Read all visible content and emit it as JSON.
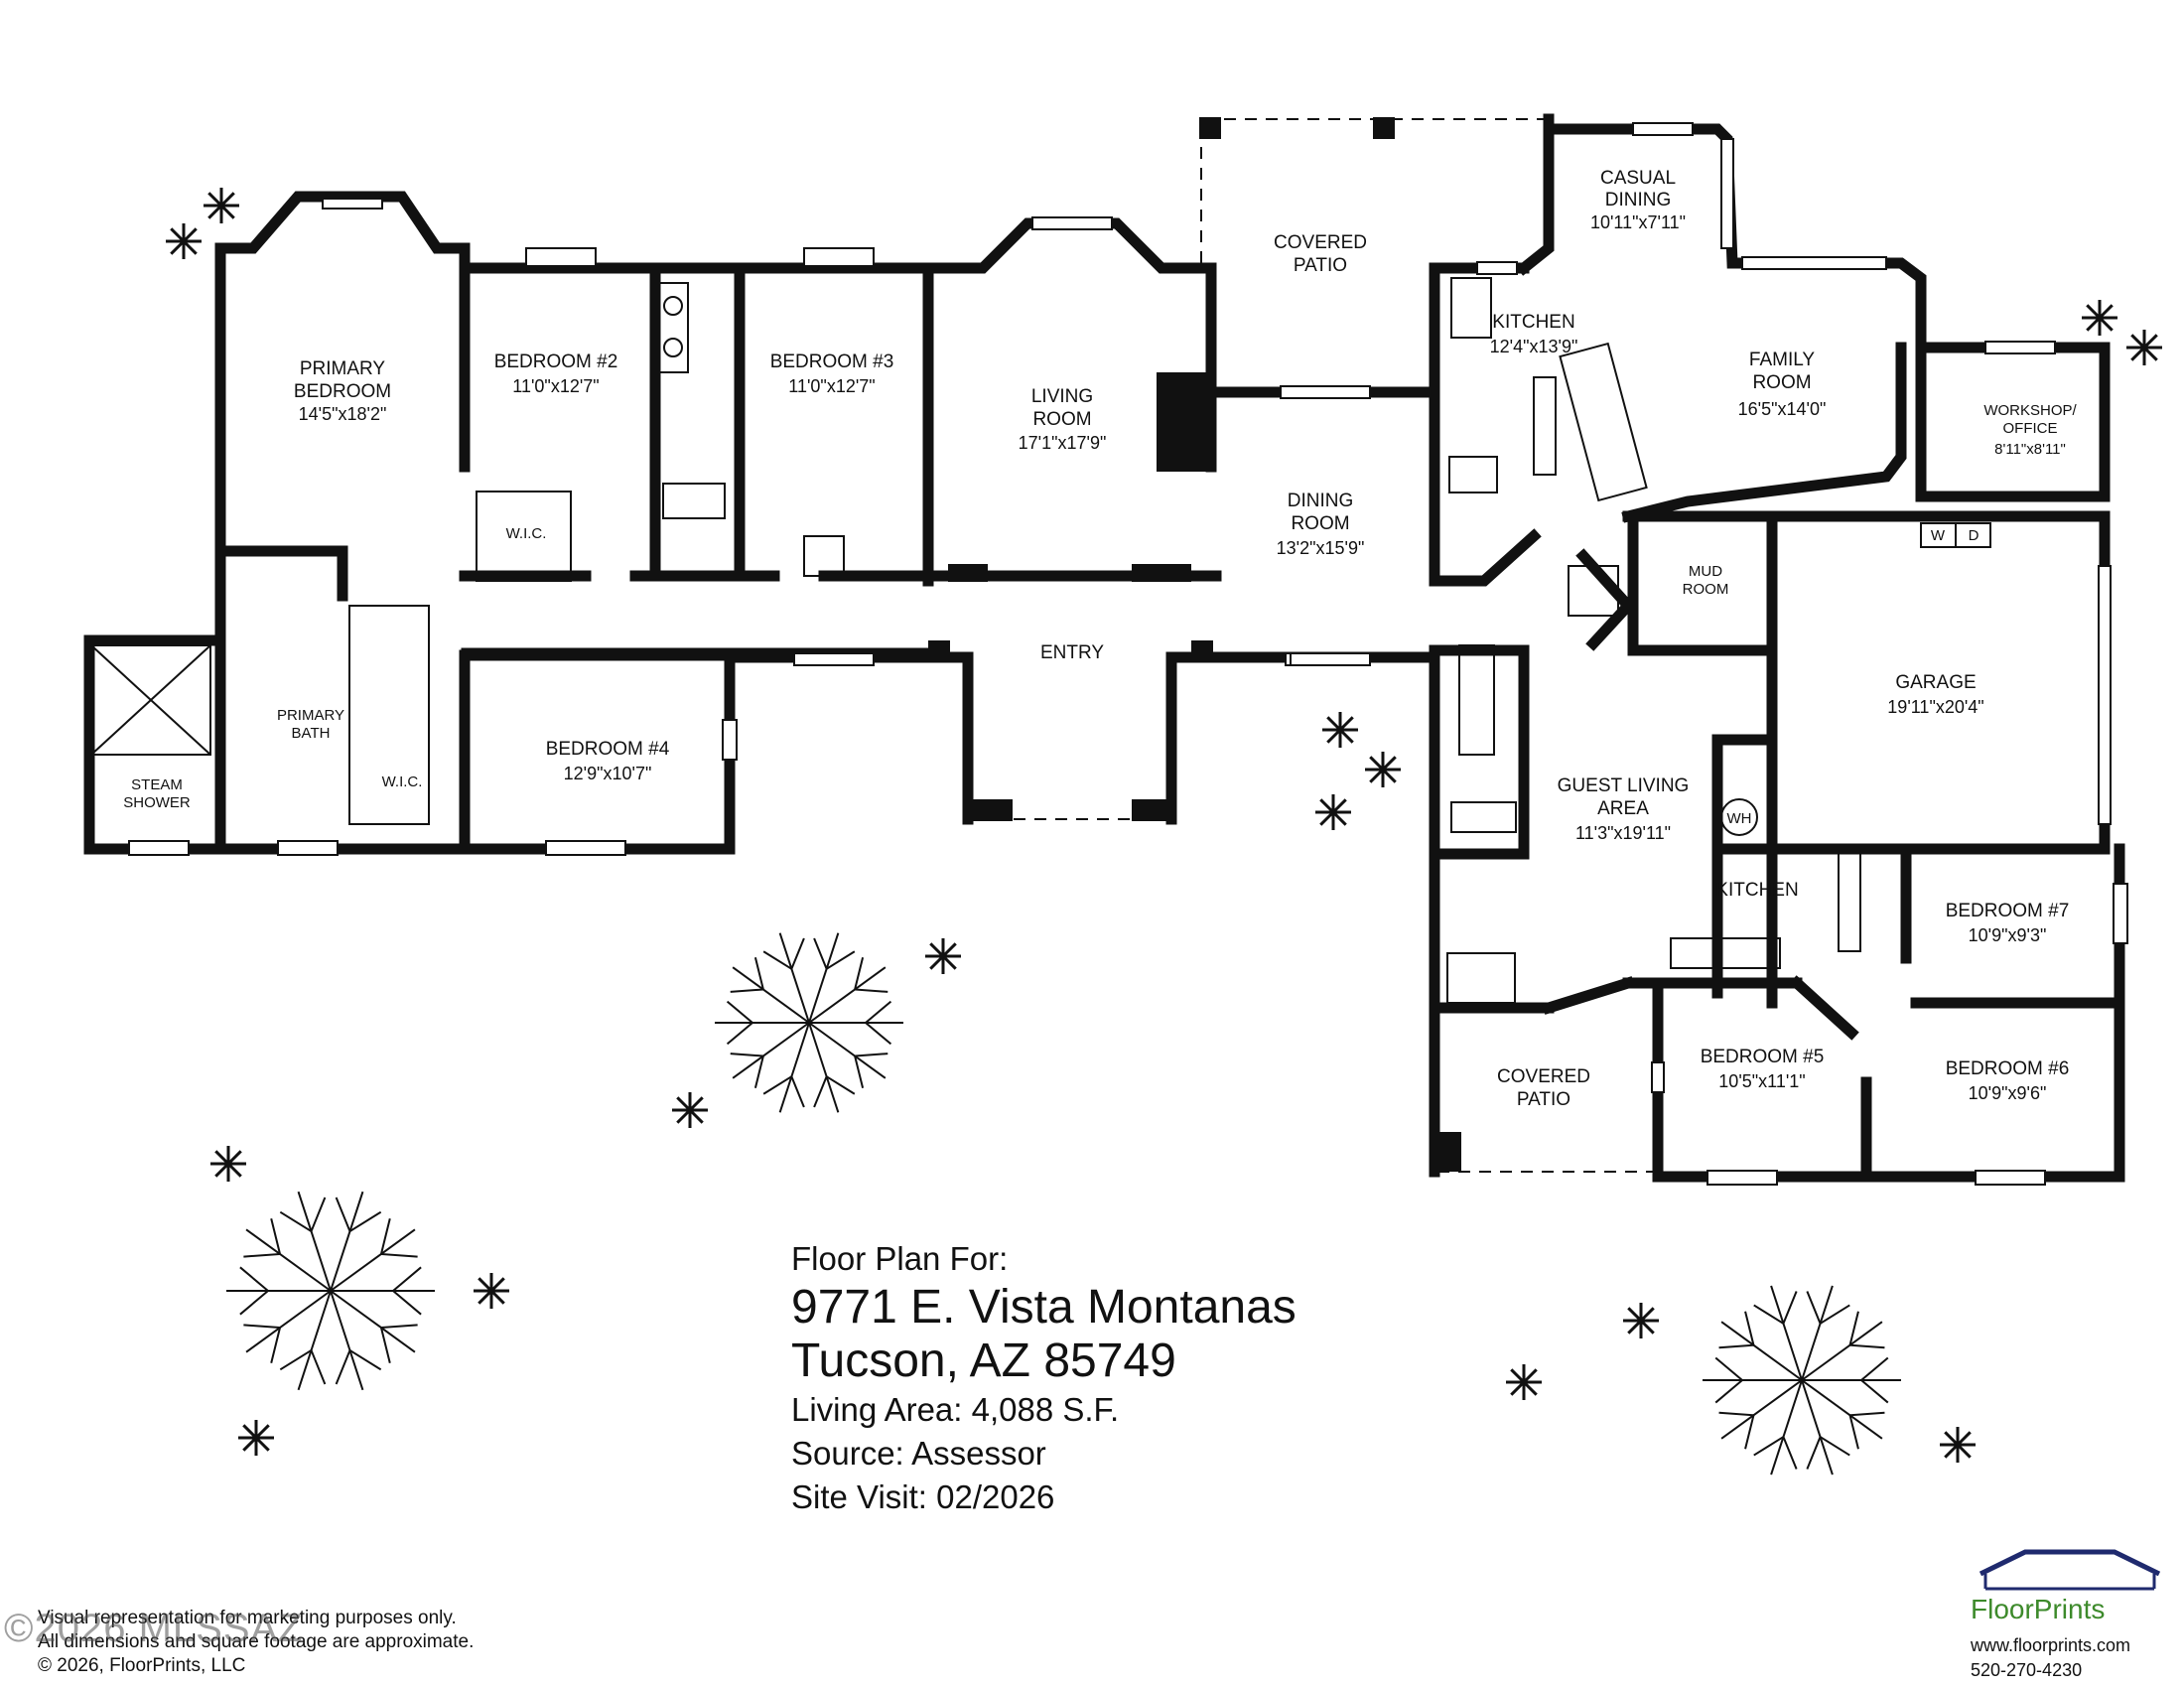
{
  "rooms": {
    "primary_bedroom": {
      "name1": "PRIMARY",
      "name2": "BEDROOM",
      "dims": "14'5\"x18'2\""
    },
    "bedroom2": {
      "name": "BEDROOM #2",
      "dims": "11'0\"x12'7\""
    },
    "bedroom3": {
      "name": "BEDROOM #3",
      "dims": "11'0\"x12'7\""
    },
    "living_room": {
      "name1": "LIVING",
      "name2": "ROOM",
      "dims": "17'1\"x17'9\""
    },
    "covered_patio_top": {
      "name1": "COVERED",
      "name2": "PATIO"
    },
    "casual_dining": {
      "name1": "CASUAL",
      "name2": "DINING",
      "dims": "10'11\"x7'11\""
    },
    "kitchen_main": {
      "name": "KITCHEN",
      "dims": "12'4\"x13'9\""
    },
    "family_room": {
      "name1": "FAMILY",
      "name2": "ROOM",
      "dims": "16'5\"x14'0\""
    },
    "workshop": {
      "name1": "WORKSHOP/",
      "name2": "OFFICE",
      "dims": "8'11\"x8'11\""
    },
    "dining_room": {
      "name1": "DINING",
      "name2": "ROOM",
      "dims": "13'2\"x15'9\""
    },
    "wic1": {
      "name": "W.I.C."
    },
    "wic2": {
      "name": "W.I.C."
    },
    "mud_room": {
      "name1": "MUD",
      "name2": "ROOM"
    },
    "primary_bath": {
      "name1": "PRIMARY",
      "name2": "BATH"
    },
    "steam_shower": {
      "name1": "STEAM",
      "name2": "SHOWER"
    },
    "bedroom4": {
      "name": "BEDROOM #4",
      "dims": "12'9\"x10'7\""
    },
    "entry": {
      "name": "ENTRY"
    },
    "garage": {
      "name": "GARAGE",
      "dims": "19'11\"x20'4\""
    },
    "guest_living": {
      "name1": "GUEST LIVING",
      "name2": "AREA",
      "dims": "11'3\"x19'11\""
    },
    "kitchen_guest": {
      "name": "KITCHEN"
    },
    "bedroom7": {
      "name": "BEDROOM #7",
      "dims": "10'9\"x9'3\""
    },
    "bedroom5": {
      "name": "BEDROOM #5",
      "dims": "10'5\"x11'1\""
    },
    "bedroom6": {
      "name": "BEDROOM #6",
      "dims": "10'9\"x9'6\""
    },
    "covered_patio_bottom": {
      "name1": "COVERED",
      "name2": "PATIO"
    },
    "washer": "W",
    "dryer": "D",
    "water_heater": "WH"
  },
  "caption": {
    "line1": "Floor Plan For:",
    "address1": "9771 E. Vista Montanas",
    "address2": "Tucson, AZ  85749",
    "living_area": "Living Area:  4,088 S.F.",
    "source": "Source:  Assessor",
    "site_visit": "Site Visit:  02/2026"
  },
  "disclaimer": {
    "line1": "Visual representation for marketing purposes only.",
    "line2": "All dimensions and square footage are approximate.",
    "line3": "© 2026, FloorPrints, LLC"
  },
  "watermark": "©2026 MLSSAZ",
  "brand": {
    "name": "FloorPrints",
    "url": "www.floorprints.com",
    "phone": "520-270-4230",
    "color": "#3d8a2b",
    "roof_color": "#1f2a6e"
  }
}
